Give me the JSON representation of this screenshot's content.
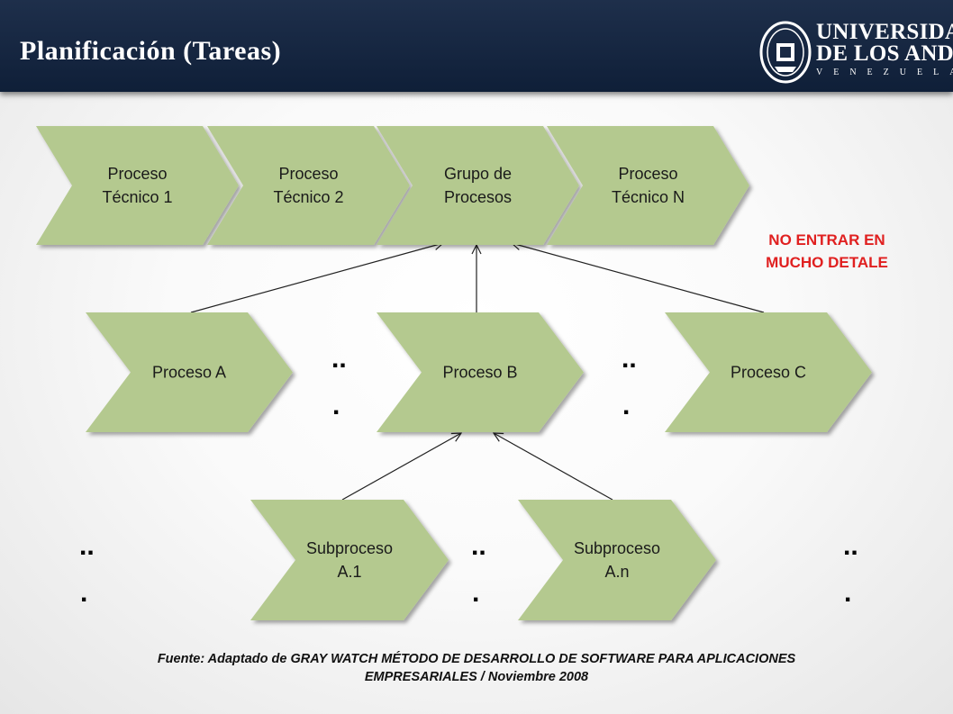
{
  "header": {
    "title": "Planificación (Tareas)"
  },
  "logo": {
    "line1": "UNIVERSIDAD",
    "line2": "DE LOS ANDES",
    "line3": "VENEZUELA"
  },
  "colors": {
    "header_bg": "#1a2a45",
    "shape_fill": "#b4c98f",
    "note": "#e02020"
  },
  "diagram": {
    "top_row": [
      {
        "id": "pt1",
        "label": "Proceso\nTécnico 1"
      },
      {
        "id": "pt2",
        "label": "Proceso\nTécnico 2"
      },
      {
        "id": "gp",
        "label": "Grupo de\nProcesos"
      },
      {
        "id": "ptn",
        "label": "Proceso\nTécnico N"
      }
    ],
    "middle_row": [
      {
        "id": "pa",
        "label": "Proceso A"
      },
      {
        "id": "pb",
        "label": "Proceso B"
      },
      {
        "id": "pc",
        "label": "Proceso C"
      }
    ],
    "bottom_row": [
      {
        "id": "sa1",
        "label": "Subproceso\nA.1"
      },
      {
        "id": "san",
        "label": "Subproceso\nA.n"
      }
    ],
    "edges": [
      {
        "from": "pa",
        "to": "gp"
      },
      {
        "from": "pb",
        "to": "gp"
      },
      {
        "from": "pc",
        "to": "gp"
      },
      {
        "from": "sa1",
        "to": "pb"
      },
      {
        "from": "san",
        "to": "pb"
      }
    ],
    "ellipsis_top": "..",
    "ellipsis_bottom": "."
  },
  "note": {
    "line1": "NO ENTRAR EN",
    "line2": "MUCHO DETALE"
  },
  "source": {
    "line1": "Fuente: Adaptado de GRAY WATCH MÉTODO DE DESARROLLO DE SOFTWARE PARA APLICACIONES",
    "line2": "EMPRESARIALES / Noviembre 2008"
  }
}
